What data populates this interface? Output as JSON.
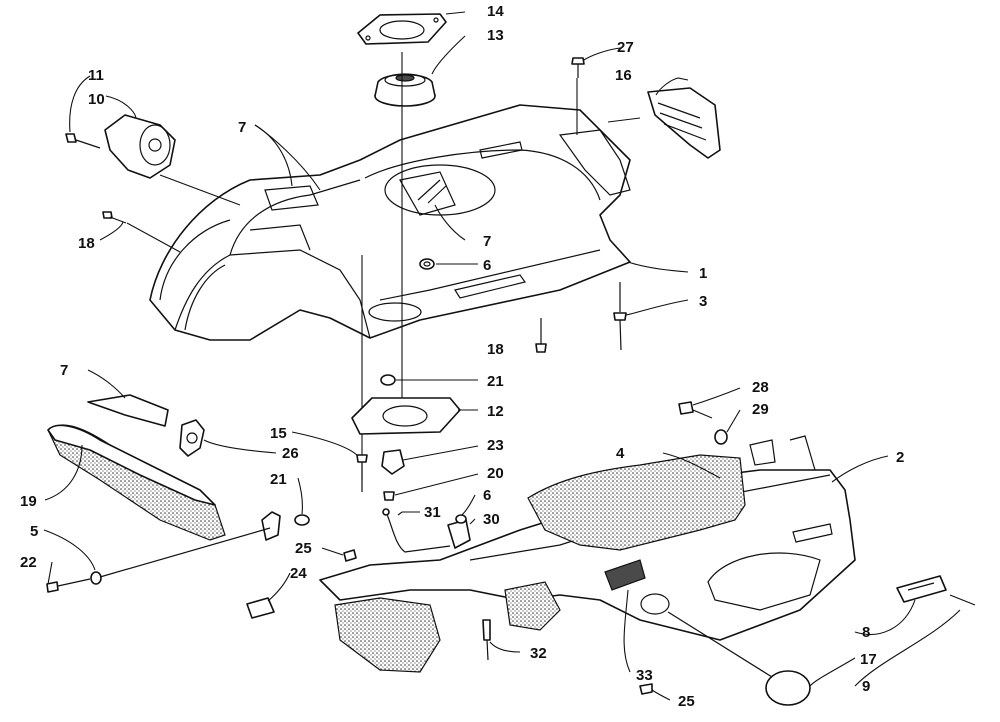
{
  "callouts": {
    "c1": "1",
    "c2": "2",
    "c3": "3",
    "c4": "4",
    "c5": "5",
    "c6a": "6",
    "c6b": "6",
    "c7a": "7",
    "c7b": "7",
    "c7c": "7",
    "c8": "8",
    "c9": "9",
    "c10": "10",
    "c11": "11",
    "c12": "12",
    "c13": "13",
    "c14": "14",
    "c15": "15",
    "c16": "16",
    "c17": "17",
    "c18a": "18",
    "c18b": "18",
    "c19": "19",
    "c20": "20",
    "c21a": "21",
    "c21b": "21",
    "c22": "22",
    "c23": "23",
    "c24": "24",
    "c25a": "25",
    "c25b": "25",
    "c26": "26",
    "c27": "27",
    "c28": "28",
    "c29": "29",
    "c30": "30",
    "c31": "31",
    "c32": "32",
    "c33": "33"
  },
  "colors": {
    "ink": "#111111",
    "paper": "#ffffff"
  }
}
